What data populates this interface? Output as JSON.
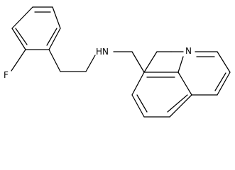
{
  "molecule": {
    "atoms": {
      "fluorine": "F",
      "amine": "HN",
      "ring_nitrogen": "N"
    }
  }
}
